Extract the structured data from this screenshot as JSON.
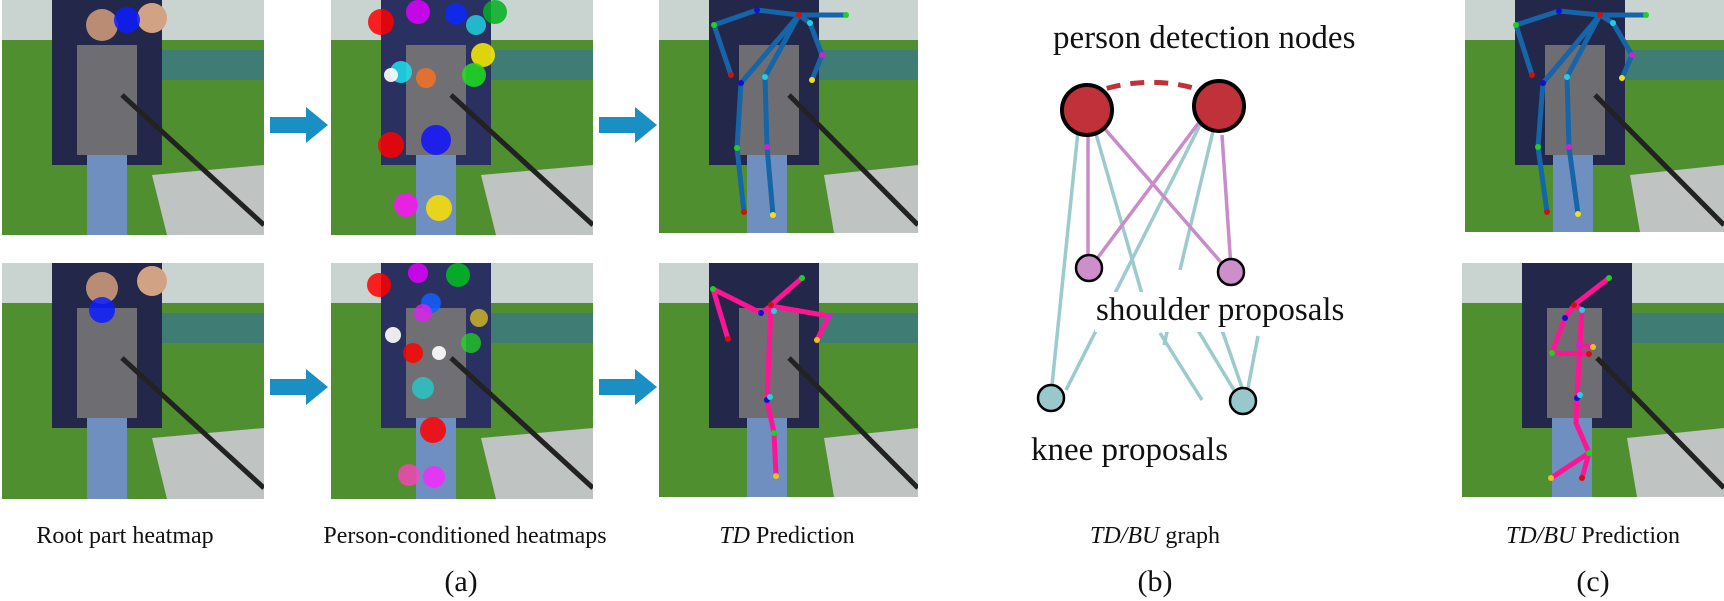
{
  "figure": {
    "panels": {
      "a": {
        "label": "(a)",
        "columns": [
          {
            "caption": "Root part heatmap"
          },
          {
            "caption": "Person-conditioned heatmaps"
          },
          {
            "caption_italic": "TD",
            "caption_rest": " Prediction"
          }
        ]
      },
      "b": {
        "label": "(b)",
        "caption_italic": "TD/BU",
        "caption_rest": " graph",
        "node_labels": {
          "person": "person detection nodes",
          "shoulder": "shoulder proposals",
          "knee": "knee proposals"
        }
      },
      "c": {
        "label": "(c)",
        "caption_italic": "TD/BU",
        "caption_rest": " Prediction"
      }
    },
    "colors": {
      "arrow": "#1a8fc4",
      "person_node": "#c1313a",
      "shoulder_node": "#cc8fcc",
      "knee_node": "#98c8cc",
      "shoulder_edge": "#c98bc9",
      "knee_edge": "#9ccacd",
      "skeleton_top": "#1565a8",
      "skeleton_bottom": "#ff1493"
    }
  }
}
